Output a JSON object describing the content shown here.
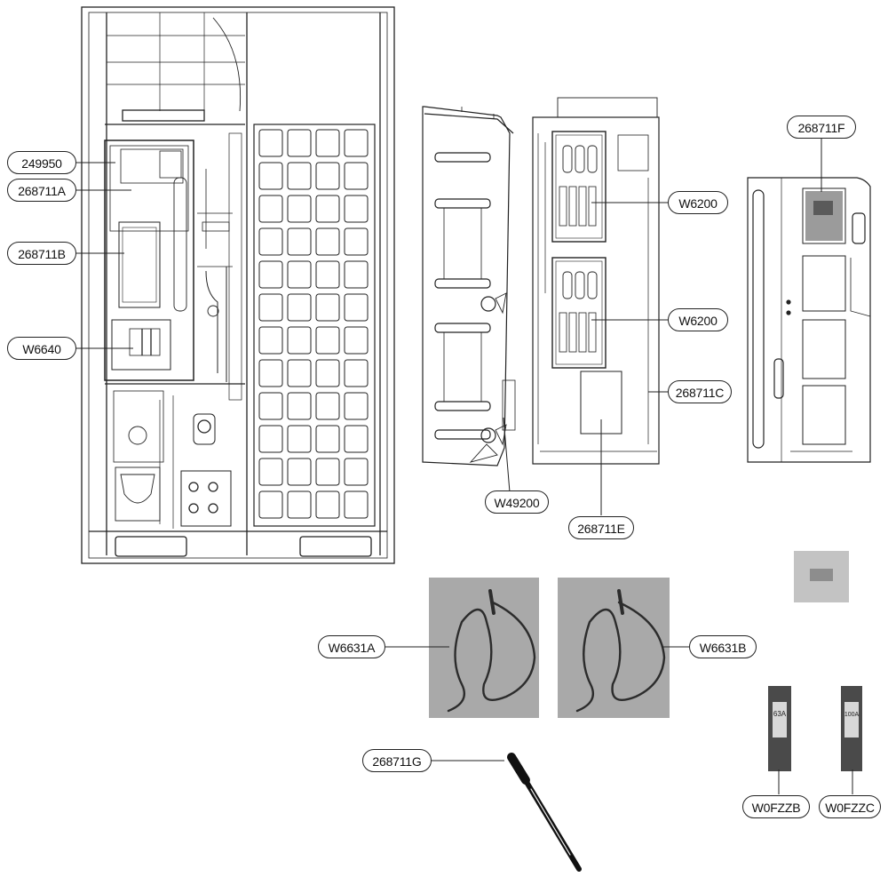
{
  "labels": {
    "l249950": "249950",
    "l268711A": "268711A",
    "l268711B": "268711B",
    "lW6640": "W6640",
    "lW49200": "W49200",
    "lW6200a": "W6200",
    "lW6200b": "W6200",
    "l268711C": "268711C",
    "l268711E": "268711E",
    "l268711F": "268711F",
    "lW6631A": "W6631A",
    "lW6631B": "W6631B",
    "l268711G": "268711G",
    "lW0FZZB": "W0FZZB",
    "lW0FZZC": "W0FZZC"
  },
  "fuse_markings": {
    "left": "63A",
    "right": "100A"
  },
  "colors": {
    "line": "#222222",
    "photo_bg": "#a9a9a9",
    "cable": "#2c2c2c",
    "panel_fill": "#ffffff"
  }
}
